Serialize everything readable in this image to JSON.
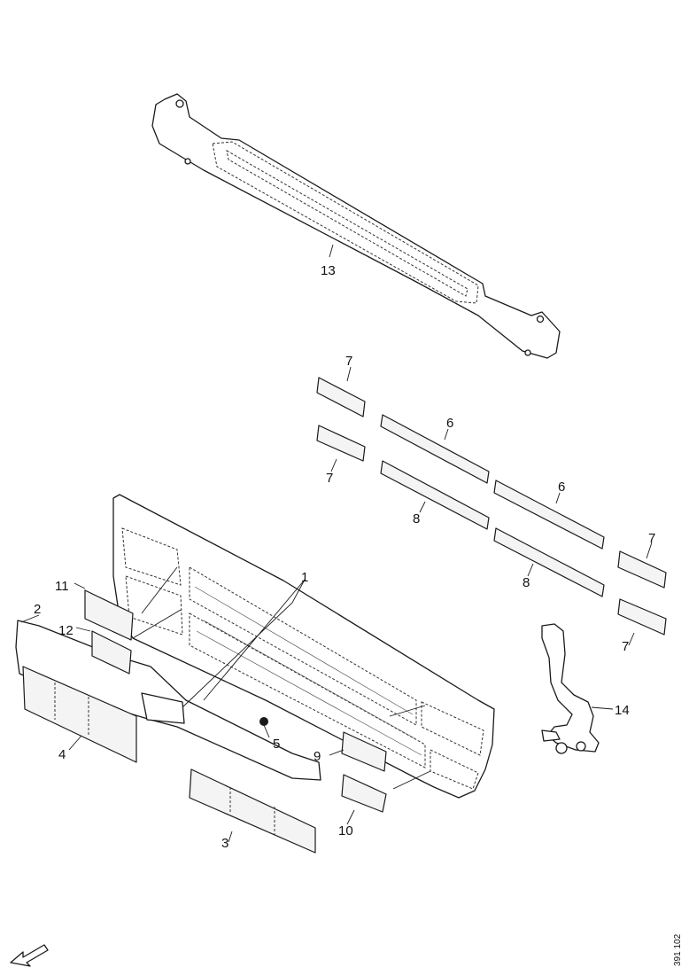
{
  "diagram": {
    "callouts": {
      "c1": "1",
      "c2": "2",
      "c3": "3",
      "c4": "4",
      "c5": "5",
      "c6a": "6",
      "c6b": "6",
      "c7a": "7",
      "c7b": "7",
      "c7c": "7",
      "c7d": "7",
      "c8a": "8",
      "c8b": "8",
      "c9": "9",
      "c10": "10",
      "c11": "11",
      "c12": "12",
      "c13": "13",
      "c14": "14"
    },
    "reference": "391 102",
    "orientation_icon": "arrow-icon"
  }
}
